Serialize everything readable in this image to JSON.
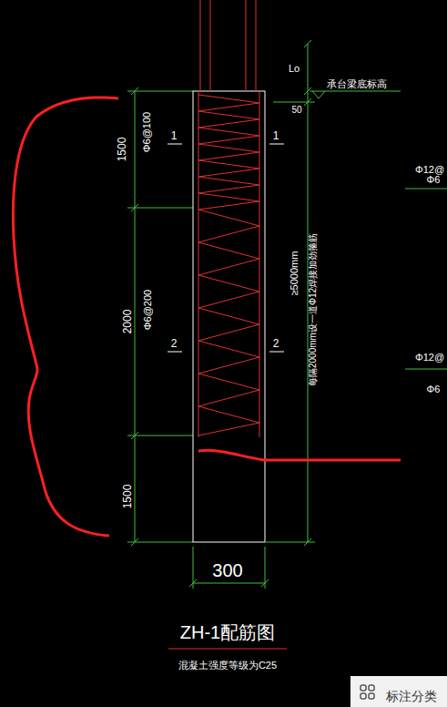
{
  "diagram": {
    "title": "ZH-1配筋图",
    "caption": "混凝土强度等级为C25",
    "labels": [
      "Lo",
      "承台梁底标高",
      "50",
      "1",
      "1",
      "1500",
      "Φ6@100",
      "2000",
      "Φ6@200",
      "2",
      "2",
      "≥5000mm",
      "每隔2000mm设一道Φ12焊接加劲箍筋",
      "1500",
      "300",
      "Φ12@",
      "Φ6",
      "Φ12@",
      "Φ6",
      "标注分类"
    ]
  }
}
